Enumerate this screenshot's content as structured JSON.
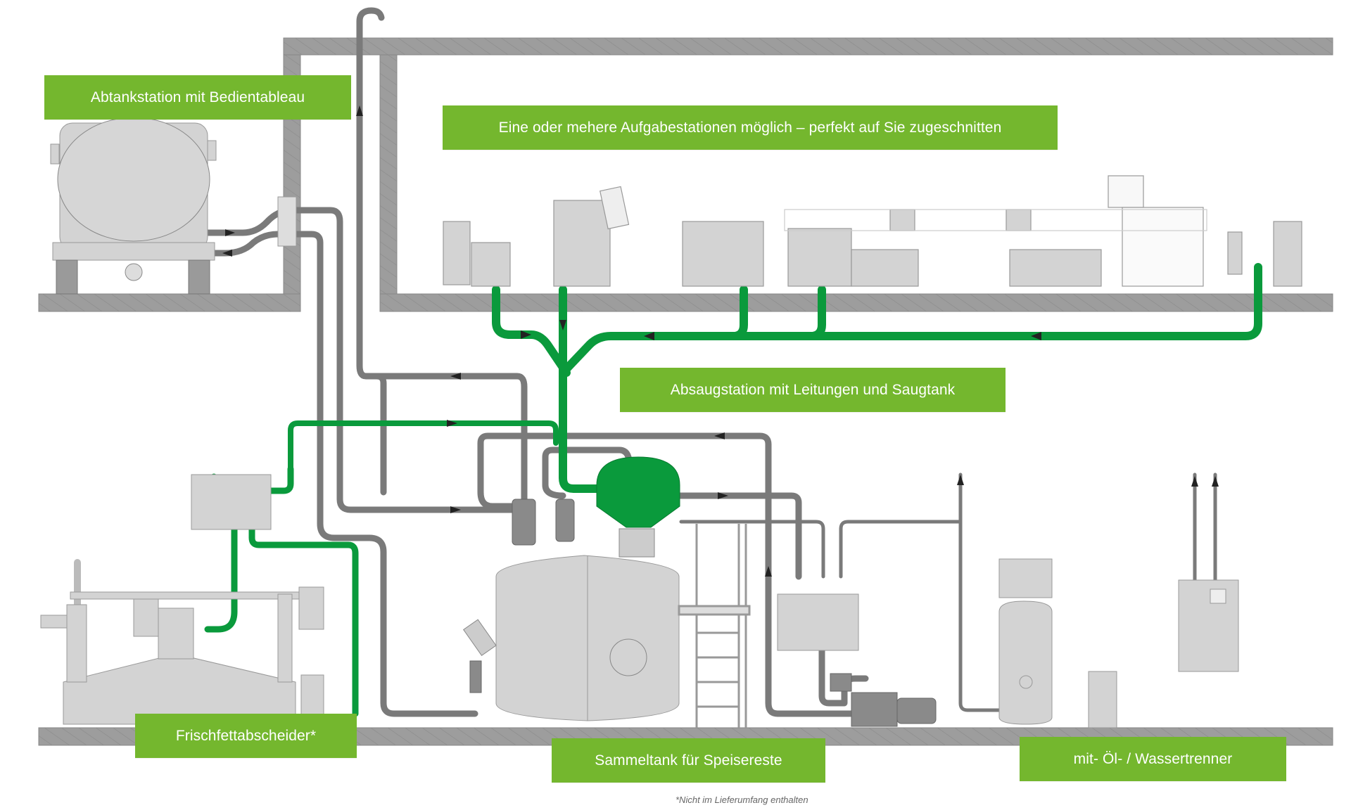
{
  "diagram": {
    "title": "Speiseresteentsorgung – Anlagenschema",
    "labels": [
      {
        "id": "abtankstation",
        "text": "Abtankstation mit Bedientableau"
      },
      {
        "id": "aufgabestationen",
        "text": "Eine oder mehere Aufgabestationen möglich – perfekt auf Sie zugeschnitten"
      },
      {
        "id": "absaugstation",
        "text": "Absaugstation mit Leitungen und Saugtank"
      },
      {
        "id": "frischfettabscheider",
        "text": "Frischfettabscheider*"
      },
      {
        "id": "sammeltank",
        "text": "Sammeltank für Speisereste"
      },
      {
        "id": "wassertrenner",
        "text": "mit- Öl- / Wassertrenner"
      }
    ],
    "footnote": "*Nicht im Lieferumfang enthalten",
    "components": [
      {
        "name": "Tankwagen",
        "icon": "tanker-truck-icon"
      },
      {
        "name": "Aufgabestationen",
        "icon": "kitchen-station-icon"
      },
      {
        "name": "Saugtank",
        "icon": "hopper-icon"
      },
      {
        "name": "Sammeltank",
        "icon": "storage-tank-icon"
      },
      {
        "name": "Frischfettabscheider",
        "icon": "grease-separator-icon"
      },
      {
        "name": "Vakuumpumpe",
        "icon": "vacuum-pump-icon"
      },
      {
        "name": "Kompressor",
        "icon": "compressor-icon"
      },
      {
        "name": "Öl-/Wassertrenner",
        "icon": "oil-water-separator-icon"
      },
      {
        "name": "Schaltschrank",
        "icon": "control-cabinet-icon"
      }
    ],
    "colors": {
      "label_green": "#74b72e",
      "suction_pipe_green": "#0a9a3c",
      "pipe_gray": "#7a7a7a",
      "equipment_gray": "#d2d2d2",
      "wall_gray": "#a0a0a0"
    }
  }
}
